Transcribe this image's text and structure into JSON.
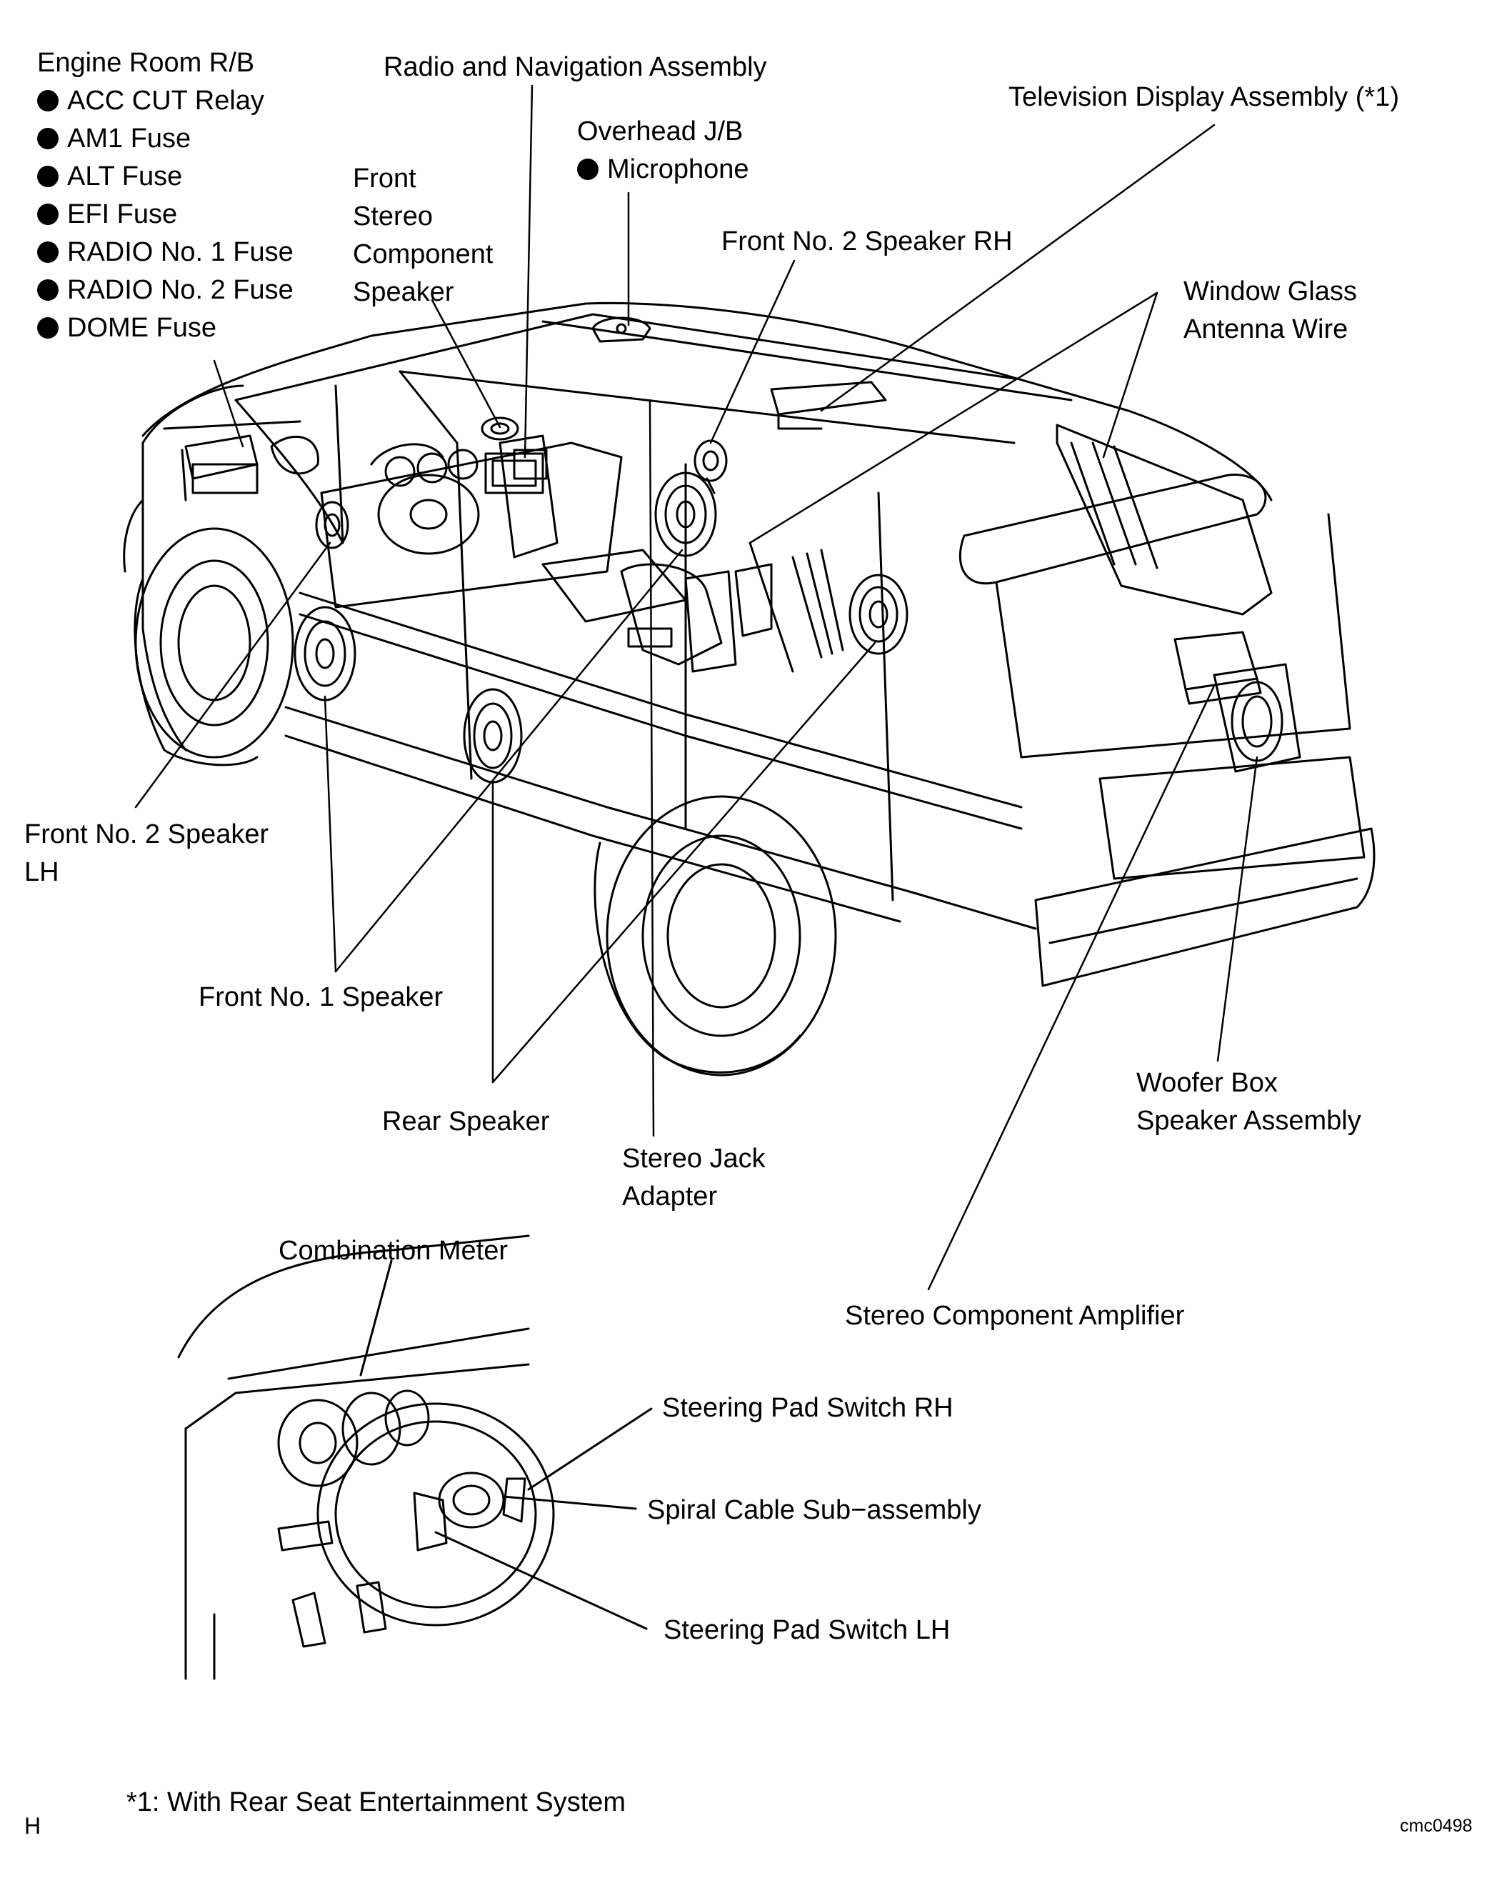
{
  "labels": {
    "engine_room": {
      "title": "Engine Room R/B",
      "items": [
        "ACC CUT Relay",
        "AM1 Fuse",
        "ALT Fuse",
        "EFI Fuse",
        "RADIO No. 1 Fuse",
        "RADIO No. 2 Fuse",
        "DOME Fuse"
      ]
    },
    "radio_nav": "Radio and Navigation Assembly",
    "overhead_jb": {
      "title": "Overhead J/B",
      "items": [
        "Microphone"
      ]
    },
    "tv_display": "Television Display Assembly (*1)",
    "front_stereo": [
      "Front",
      "Stereo",
      "Component",
      "Speaker"
    ],
    "front_no2_rh": "Front No. 2 Speaker RH",
    "window_glass": [
      "Window Glass",
      "Antenna Wire"
    ],
    "front_no2_lh": [
      "Front No. 2 Speaker",
      "LH"
    ],
    "front_no1": "Front No. 1 Speaker",
    "rear_speaker": "Rear Speaker",
    "stereo_jack": [
      "Stereo Jack",
      "Adapter"
    ],
    "woofer_box": [
      "Woofer Box",
      "Speaker Assembly"
    ],
    "combination_meter": "Combination Meter",
    "stereo_amp": "Stereo Component Amplifier",
    "steering_rh": "Steering Pad Switch RH",
    "spiral_cable": "Spiral Cable Sub−assembly",
    "steering_lh": "Steering Pad Switch LH"
  },
  "footnote": "*1: With Rear Seat Entertainment System",
  "corner_left": "H",
  "corner_right": "cmc0498"
}
